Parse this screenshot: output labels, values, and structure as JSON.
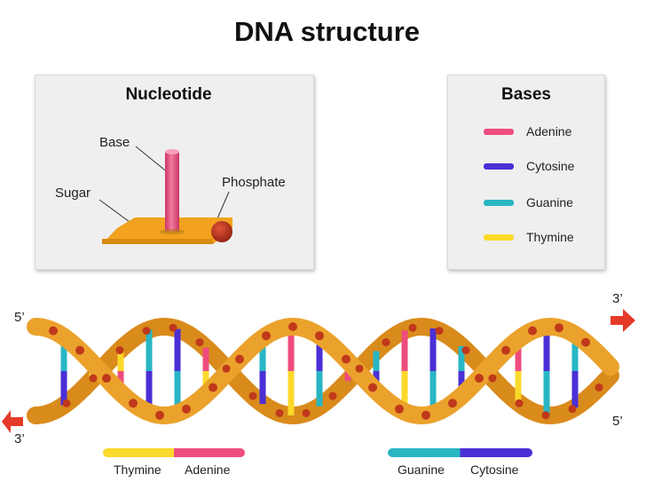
{
  "title": "DNA structure",
  "nucleotide": {
    "title": "Nucleotide",
    "labels": {
      "base": "Base",
      "sugar": "Sugar",
      "phosphate": "Phosphate"
    }
  },
  "bases": {
    "title": "Bases",
    "items": [
      {
        "label": "Adenine",
        "color": "#ee4d7e"
      },
      {
        "label": "Cytosine",
        "color": "#4a2fd6"
      },
      {
        "label": "Guanine",
        "color": "#28b6c4"
      },
      {
        "label": "Thymine",
        "color": "#fbd92b"
      }
    ]
  },
  "helix": {
    "ends": {
      "left_top": "5’",
      "left_bottom": "3’",
      "right_top": "3’",
      "right_bottom": "5’"
    },
    "backbone_color": "#eba22c",
    "phosphate_color": "#c0391b",
    "arrow_color": "#e53a28"
  },
  "pairs": [
    {
      "left": "Thymine",
      "right": "Adenine"
    },
    {
      "left": "Guanine",
      "right": "Cytosine"
    }
  ]
}
